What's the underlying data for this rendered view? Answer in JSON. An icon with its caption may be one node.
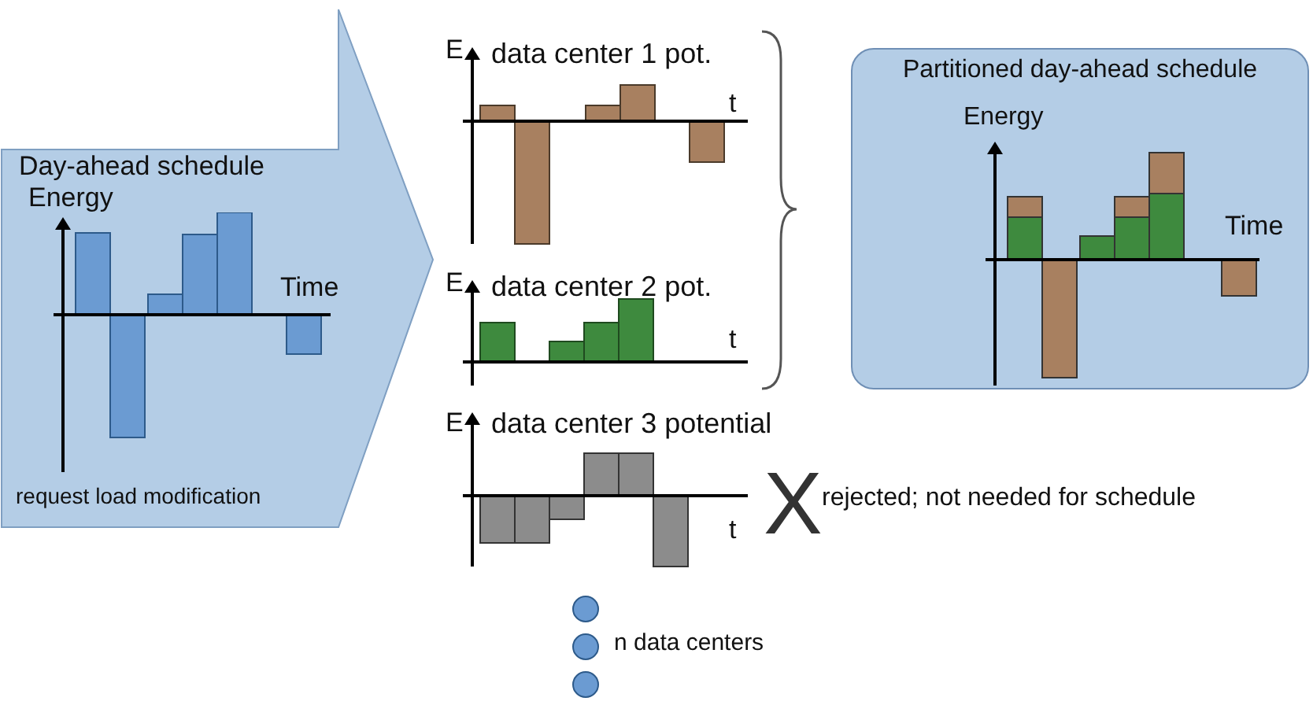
{
  "diagram": {
    "nodes": [
      {
        "text": [
          "Day-ahead schedule",
          "Energy",
          "Time",
          "request load modification"
        ]
      },
      {
        "text": [
          "Partitioned day-ahead schedule",
          "Energy",
          "Time"
        ]
      }
    ],
    "edges": [],
    "labels": [
      "E",
      "data center 1 pot.",
      "t",
      "E",
      "data center 2 pot.",
      "t",
      "E",
      "data center 3 potential",
      "t",
      "X",
      "rejected; not needed for schedule",
      "n data centers"
    ]
  }
}
